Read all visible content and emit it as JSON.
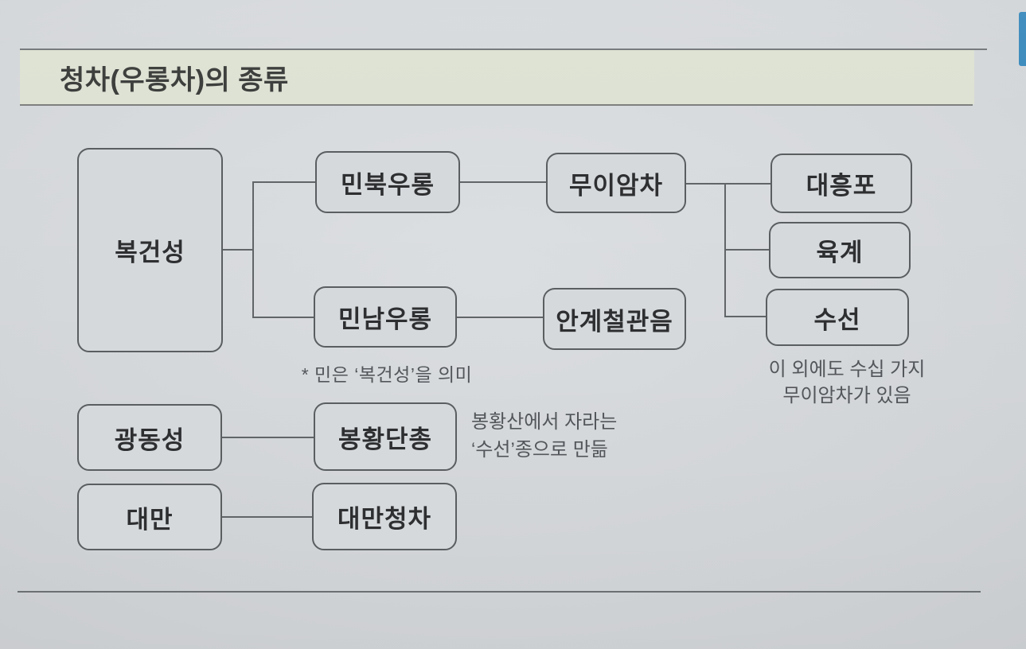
{
  "page": {
    "title": "청차(우롱차)의 종류",
    "title_band_color": "#dde2d3",
    "accent_bar_color": "#3a8abc",
    "line_color": "#626567"
  },
  "diagram": {
    "nodes": {
      "fujian": "복건성",
      "minbuk_oolong": "민북우롱",
      "minnam_oolong": "민남우롱",
      "muyi_amcha": "무이암차",
      "angye_cheolgwaneum": "안계철관음",
      "daehongpo": "대흥포",
      "yukgye": "육계",
      "suseon": "수선",
      "gwangdong": "광동성",
      "bonghwang_danchong": "봉황단총",
      "taiwan": "대만",
      "taiwan_cheongcha": "대만청차"
    },
    "notes": {
      "min_meaning": "* 민은 ‘복건성’을 의미",
      "muyi_more_line1": "이 외에도 수십 가지",
      "muyi_more_line2": "무이암차가 있음",
      "bonghwang_line1": "봉황산에서 자라는",
      "bonghwang_line2": "‘수선’종으로 만듦"
    }
  }
}
